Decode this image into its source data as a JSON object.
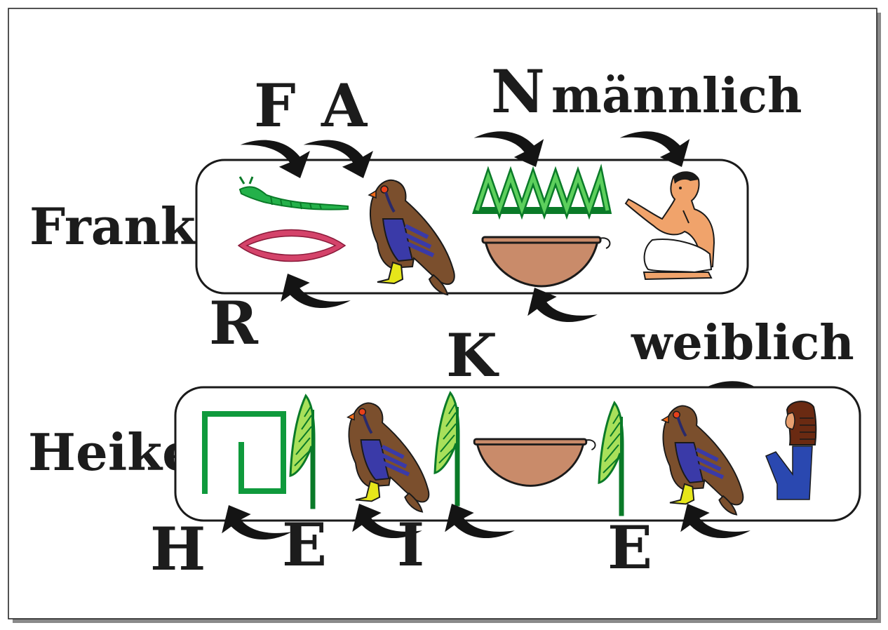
{
  "names": {
    "frank": "Frank",
    "heike": "Heike"
  },
  "frank_labels": {
    "f": "F",
    "a": "A",
    "n": "N",
    "determinative": "männlich",
    "r": "R",
    "k": "K"
  },
  "heike_labels": {
    "determinative": "weiblich",
    "h": "H",
    "e1": "E",
    "i": "I",
    "e2": "E"
  },
  "colors": {
    "background": "#ffffff",
    "frame_shadow": "#7a7a7a",
    "ink": "#1c1c1c",
    "snake_green": "#24b14a",
    "mouth_red": "#c8325a",
    "water_green": "#16a040",
    "bowl_brown": "#c98b6a",
    "falcon_brown": "#7b4f2d",
    "falcon_blue": "#3a3aa8",
    "skin": "#f0a36b",
    "reed_green": "#9ad94a",
    "house_green": "#0f9a3c",
    "woman_blue": "#2a48b0"
  },
  "glyphs": {
    "frank": [
      "horned-viper-icon",
      "mouth-icon",
      "falcon-icon",
      "water-icon",
      "basket-icon",
      "seated-man-icon"
    ],
    "heike": [
      "courtyard-icon",
      "reed-leaf-icon",
      "falcon-icon",
      "reed-leaf-icon",
      "basket-icon",
      "reed-leaf-icon",
      "falcon-icon",
      "seated-woman-icon"
    ]
  }
}
